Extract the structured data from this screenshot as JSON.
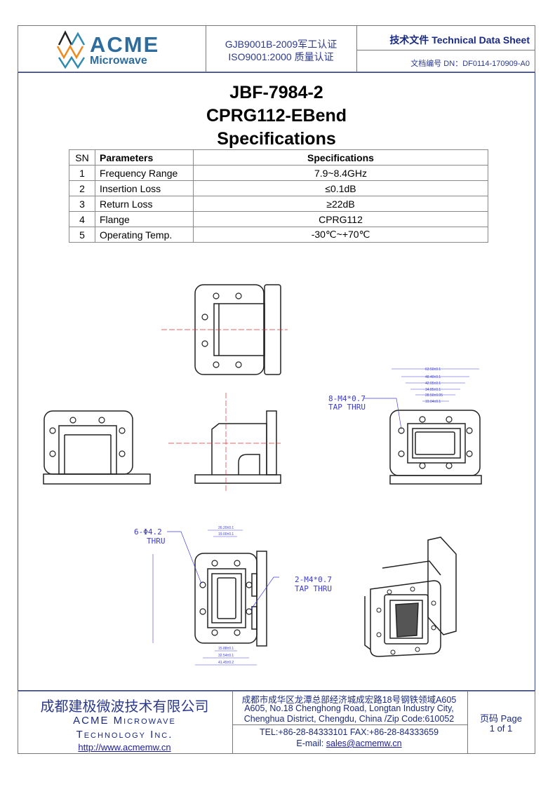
{
  "header": {
    "logo_main": "ACME",
    "logo_sub": "Microwave",
    "cert_line1": "GJB9001B-2009军工认证",
    "cert_line2": "ISO9001:2000  质量认证",
    "doc_type": "技术文件  Technical Data Sheet",
    "doc_number": "文档编号  DN：DF0114-170909-A0"
  },
  "title": {
    "line1": "JBF-7984-2",
    "line2": "CPRG112-EBend",
    "line3": "Specifications"
  },
  "spec_table": {
    "headers": {
      "sn": "SN",
      "param": "Parameters",
      "spec": "Specifications"
    },
    "rows": [
      {
        "sn": "1",
        "param": "Frequency Range",
        "spec": "7.9~8.4GHz"
      },
      {
        "sn": "2",
        "param": "Insertion Loss",
        "spec": "≤0.1dB"
      },
      {
        "sn": "3",
        "param": "Return Loss",
        "spec": "≥22dB"
      },
      {
        "sn": "4",
        "param": "Flange",
        "spec": "CPRG112"
      },
      {
        "sn": "5",
        "param": "Operating Temp.",
        "spec": "-30℃~+70℃"
      }
    ]
  },
  "drawing": {
    "callout_tap8_line1": "8-M4*0.7",
    "callout_tap8_line2": "TAP THRU",
    "callout_hole6_line1": "6-Φ4.2",
    "callout_hole6_line2": "THRU",
    "callout_tap2_line1": "2-M4*0.7",
    "callout_tap2_line2": "TAP THRU",
    "dims_right": [
      "63.50±0.1",
      "48.40±0.1",
      "42.05±0.1",
      "34.85±0.1",
      "28.50±0.05",
      "19.04±0.1"
    ],
    "dims_bottom": [
      "26.20±0.1",
      "19.00±0.1",
      "15.88±0.1",
      "32.54±0.1",
      "41.45±0.2"
    ]
  },
  "footer": {
    "company_cn": "成都建极微波技术有限公司",
    "company_en1": "ACME Microwave",
    "company_en2": "Technology Inc.",
    "url": "http://www.acmemw.cn",
    "addr_cn": "成都市成华区龙潭总部经济城成宏路18号钢铁领域A605",
    "addr_en1": "A605, No.18 Chenghong Road, Longtan Industry City,",
    "addr_en2": "Chenghua District, Chengdu, China /Zip Code:610052",
    "tel_fax": "TEL:+86-28-84333101    FAX:+86-28-84333659",
    "email_label": "E-mail: ",
    "email": "sales@acmemw.cn",
    "page_label": "页码  Page",
    "page_value": "1 of 1"
  }
}
